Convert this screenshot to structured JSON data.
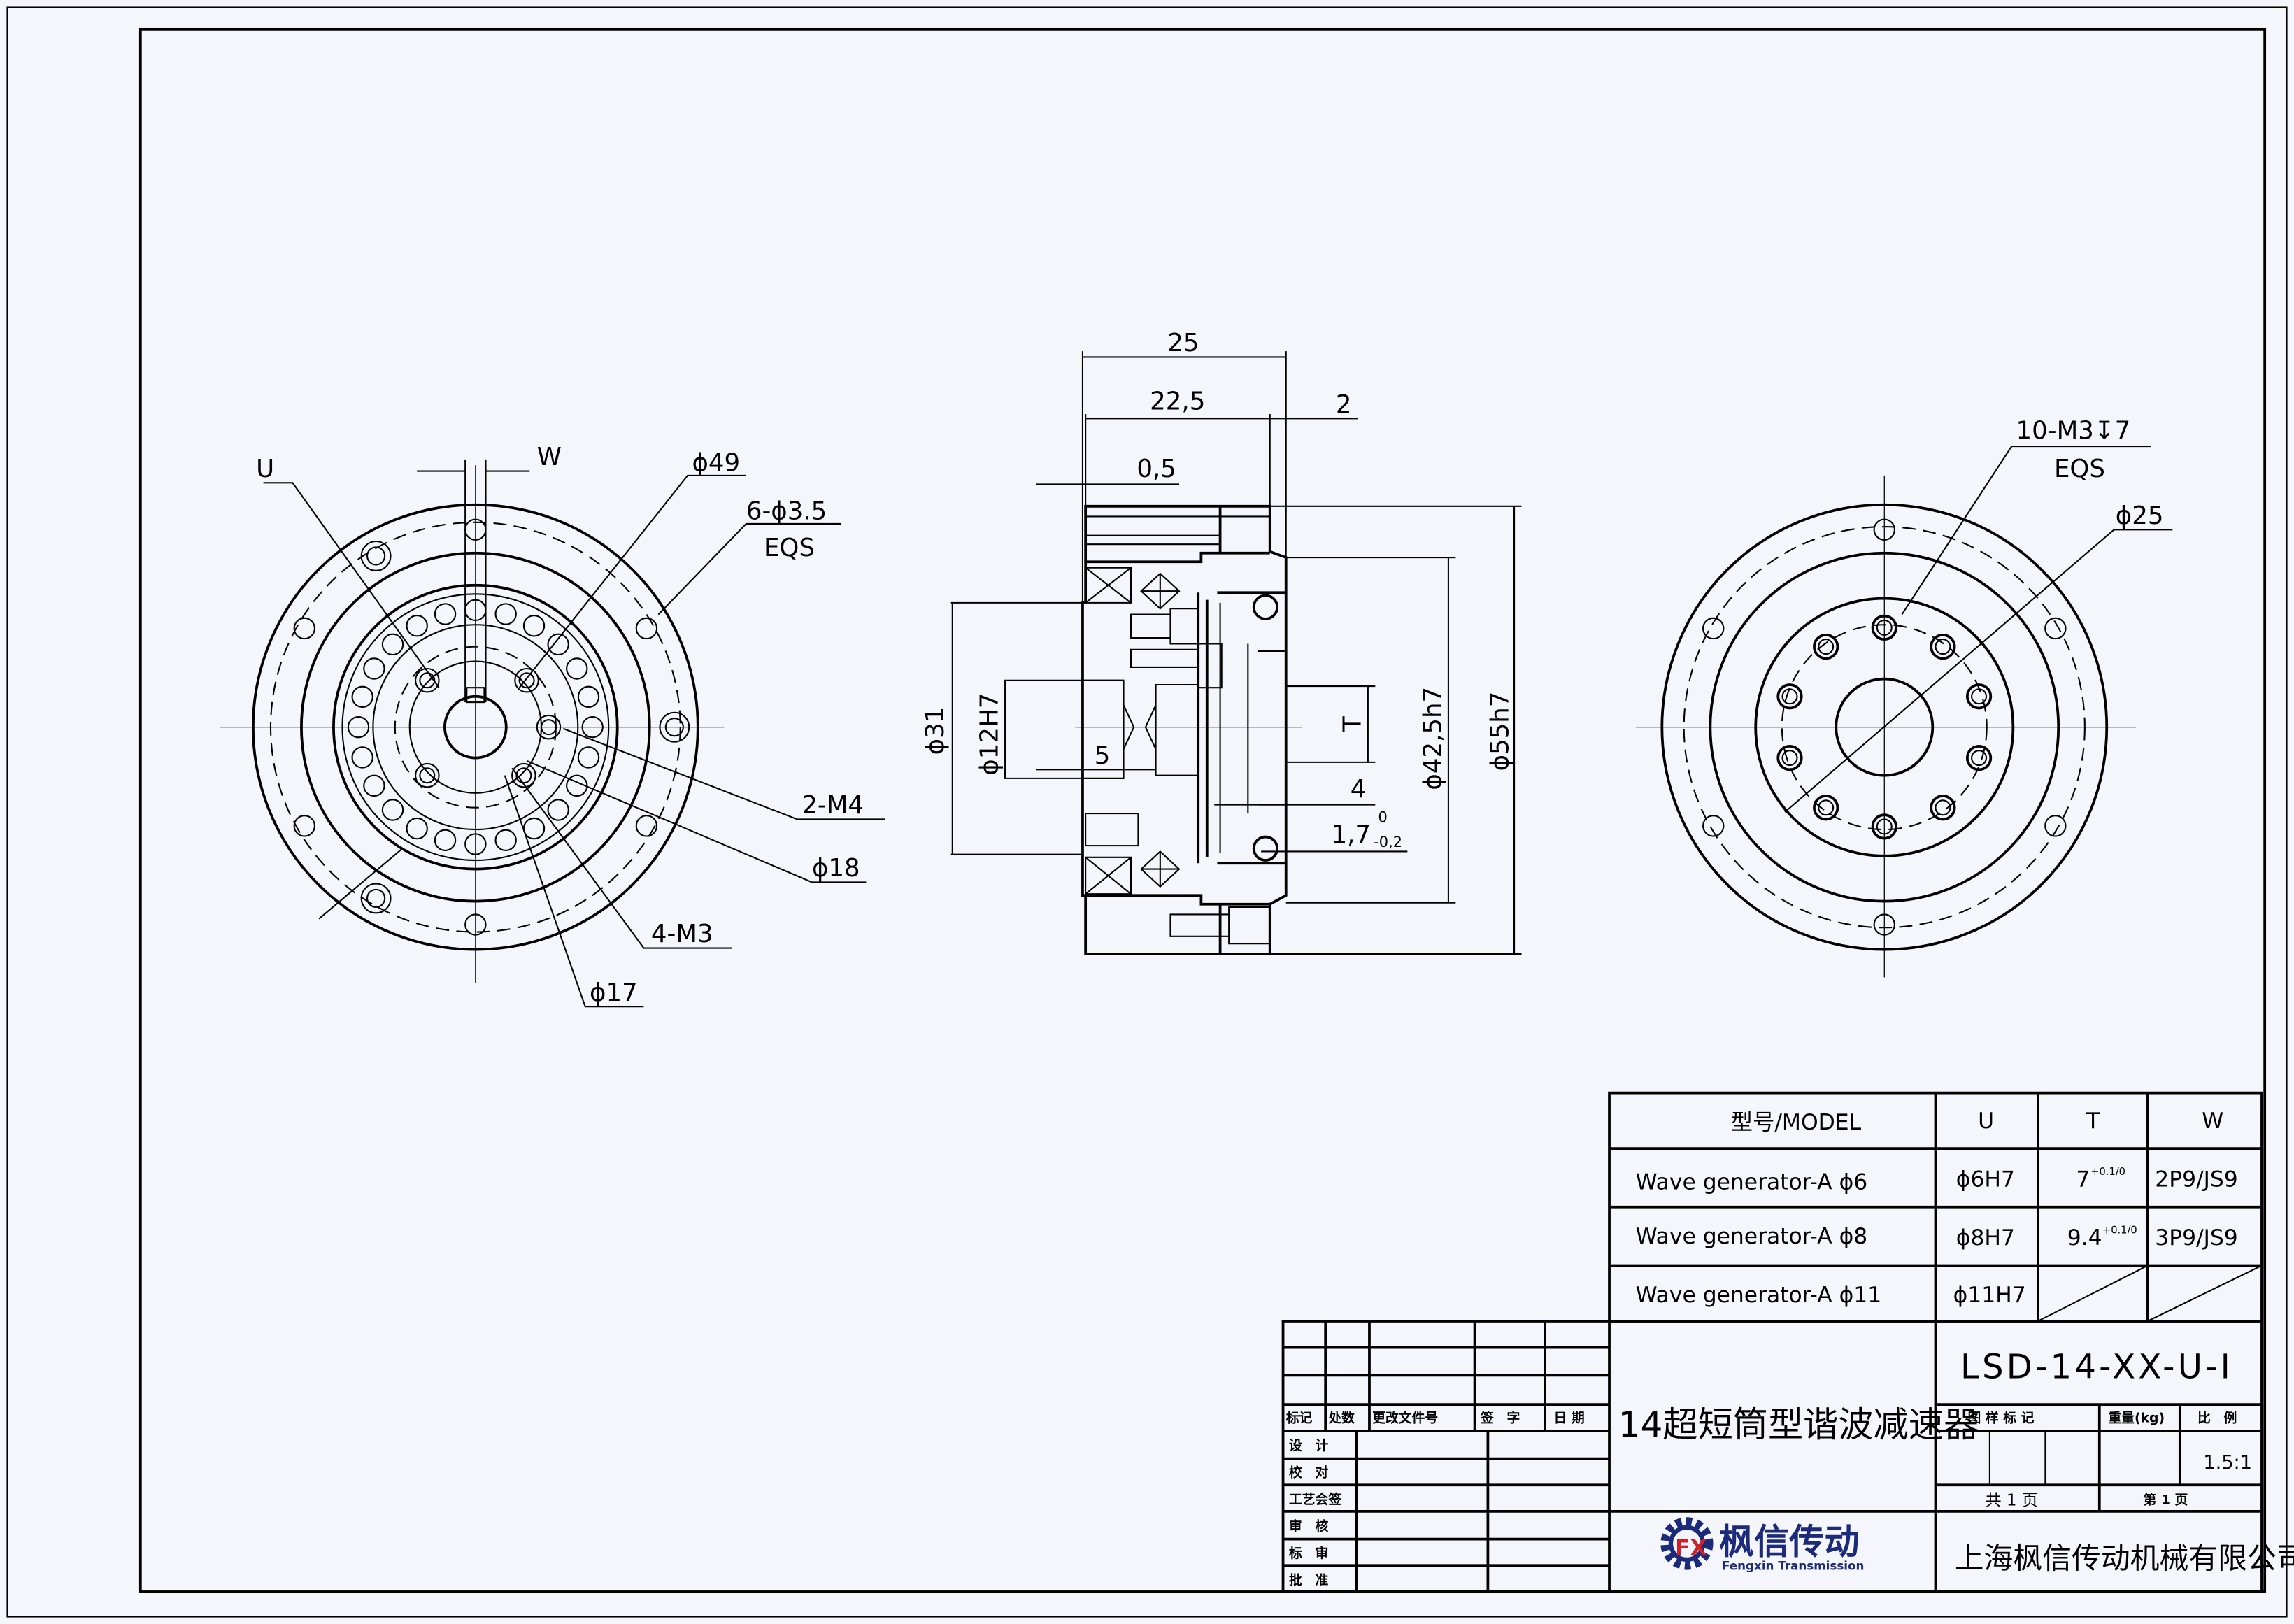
{
  "front_view": {
    "labels": {
      "u": "U",
      "w": "W",
      "d49": "ϕ49",
      "holes": "6-ϕ3.5",
      "eqs": "EQS",
      "m4": "2-M4",
      "d18": "ϕ18",
      "m3": "4-M3",
      "d17": "ϕ17"
    }
  },
  "side_view": {
    "labels": {
      "l25": "25",
      "l225": "22,5",
      "l2": "2",
      "l05": "0,5",
      "d31": "ϕ31",
      "d12": "ϕ12H7",
      "l5": "5",
      "t": "T",
      "l4": "4",
      "l17": "1,7",
      "tol_up": "0",
      "tol_low": "-0,2",
      "d425": "ϕ42,5h7",
      "d55": "ϕ55h7"
    }
  },
  "rear_view": {
    "labels": {
      "m3": "10-M3↧7",
      "eqs": "EQS",
      "d25": "ϕ25"
    }
  },
  "model_table": {
    "headers": [
      "型号/MODEL",
      "U",
      "T",
      "W"
    ],
    "rows": [
      {
        "model": "Wave generator-A ϕ6",
        "u": "ϕ6H7",
        "t": "7",
        "t_tol": "+0.1/0",
        "w": "2P9/JS9"
      },
      {
        "model": "Wave generator-A ϕ8",
        "u": "ϕ8H7",
        "t": "9.4",
        "t_tol": "+0.1/0",
        "w": "3P9/JS9"
      },
      {
        "model": "Wave generator-A ϕ11",
        "u": "ϕ11H7",
        "t": "",
        "t_tol": "",
        "w": ""
      }
    ]
  },
  "title_block": {
    "rev_headers": [
      "标记",
      "处数",
      "更改文件号",
      "签　字",
      "日 期"
    ],
    "roles": [
      "设　计",
      "校　对",
      "工艺会签",
      "审　核",
      "标　审",
      "批　准"
    ],
    "title": "14超短筒型谐波减速器",
    "drawing_no": "LSD-14-XX-U-I",
    "col_headers": [
      "图 样 标 记",
      "重量(kg)",
      "比　例"
    ],
    "scale": "1.5:1",
    "total_pages": "共 1 页",
    "page": "第 1 页",
    "company": "上海枫信传动机械有限公司",
    "logo_cn": "枫信传动",
    "logo_en": "Fengxin Transmission",
    "logo_mark": "FX"
  },
  "colors": {
    "background": "#f4f6fb",
    "logo_blue": "#1c2a7a",
    "logo_red": "#d0202a"
  }
}
